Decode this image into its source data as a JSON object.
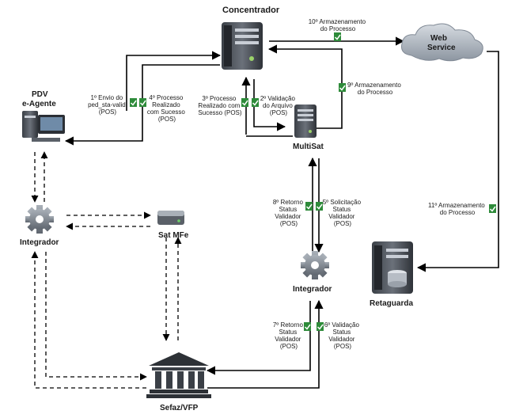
{
  "nodes": {
    "concentrador": "Concentrador",
    "web_service": "Web Service",
    "pdv": [
      "PDV",
      "e-Agente"
    ],
    "multisat": "MultiSat",
    "integrador_left": "Integrador",
    "sat_mfe": "Sat MFe",
    "integrador_right": "Integrador",
    "retaguarda": "Retaguarda",
    "sefaz": "Sefaz/VFP"
  },
  "steps": {
    "s1": [
      "1º Envio do",
      "ped_sta-valid",
      "(POS)"
    ],
    "s2": [
      "2º Validação",
      "do Arquivo",
      "(POS)"
    ],
    "s3": [
      "3º Processo",
      "Realizado com",
      "Sucesso (POS)"
    ],
    "s4": [
      "4º Processo",
      "Realizado",
      "com Sucesso",
      "(POS)"
    ],
    "s5": [
      "5º Solicitação",
      "Status",
      "Validador",
      "(POS)"
    ],
    "s6": [
      "6º Validação",
      "Status",
      "Validador",
      "(POS)"
    ],
    "s7": [
      "7º Retorno",
      "Status",
      "Validador",
      "(POS)"
    ],
    "s8": [
      "8º Retorno",
      "Status",
      "Validador",
      "(POS)"
    ],
    "s9": [
      "9º Armazenamento",
      "do Processo"
    ],
    "s10": [
      "10º Armazenamento",
      "do Processo"
    ],
    "s11": [
      "11º Armazenamento",
      "do Processo"
    ]
  },
  "colors": {
    "doc_icon": "#2e8b3a",
    "server_body": "#4a4f57",
    "server_light": "#c9ced6",
    "cloud": "#9aa3ad",
    "gear": "#7d858e"
  }
}
